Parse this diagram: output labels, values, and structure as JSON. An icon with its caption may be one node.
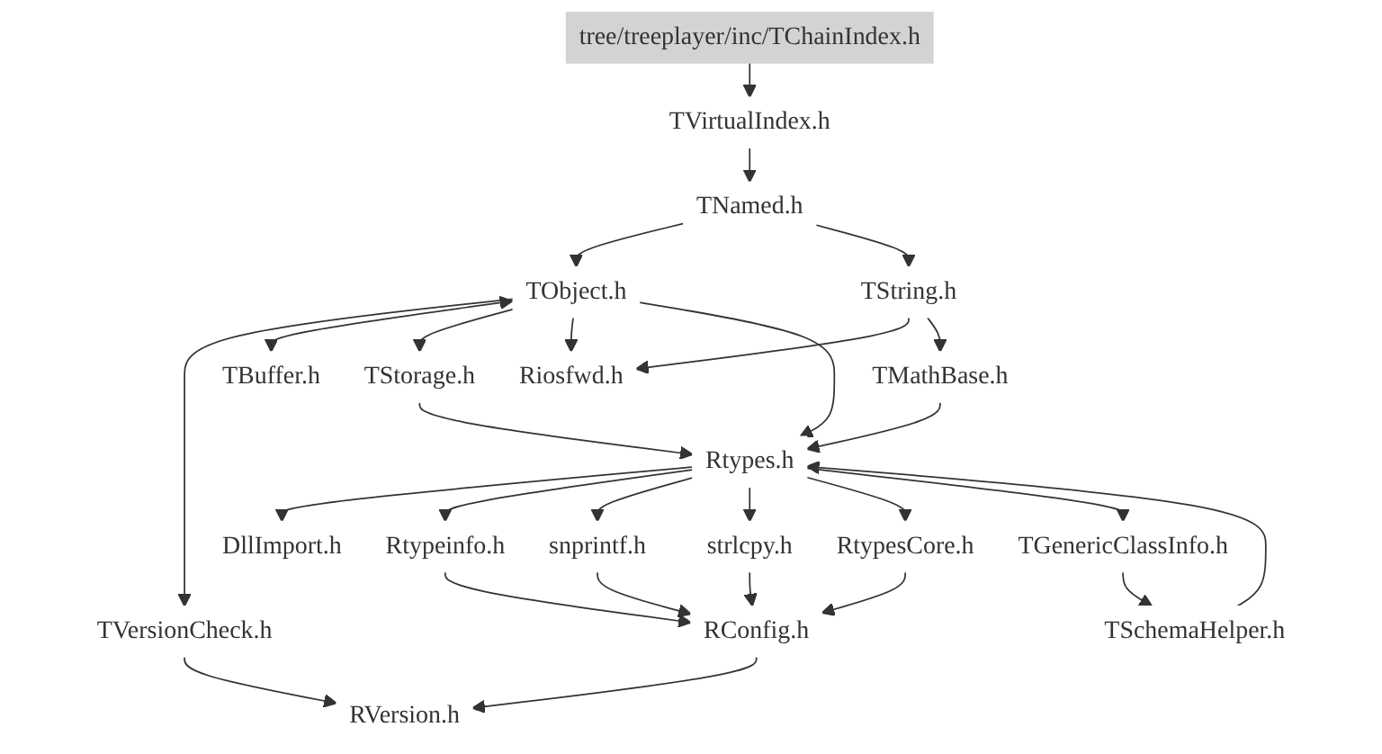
{
  "diagram": {
    "nodes": [
      {
        "text": [
          "tree/treeplayer/inc/TChainIndex.h"
        ]
      },
      {
        "text": [
          "TVirtualIndex.h"
        ]
      },
      {
        "text": [
          "TNamed.h"
        ]
      },
      {
        "text": [
          "TObject.h"
        ]
      },
      {
        "text": [
          "TString.h"
        ]
      },
      {
        "text": [
          "TBuffer.h"
        ]
      },
      {
        "text": [
          "TStorage.h"
        ]
      },
      {
        "text": [
          "Riosfwd.h"
        ]
      },
      {
        "text": [
          "TMathBase.h"
        ]
      },
      {
        "text": [
          "TVersionCheck.h"
        ]
      },
      {
        "text": [
          "Rtypes.h"
        ]
      },
      {
        "text": [
          "DllImport.h"
        ]
      },
      {
        "text": [
          "Rtypeinfo.h"
        ]
      },
      {
        "text": [
          "snprintf.h"
        ]
      },
      {
        "text": [
          "strlcpy.h"
        ]
      },
      {
        "text": [
          "RtypesCore.h"
        ]
      },
      {
        "text": [
          "TGenericClassInfo.h"
        ]
      },
      {
        "text": [
          "RConfig.h"
        ]
      },
      {
        "text": [
          "TSchemaHelper.h"
        ]
      },
      {
        "text": [
          "RVersion.h"
        ]
      }
    ],
    "edges": [
      {
        "from": 0,
        "to": 1,
        "arrow": "to"
      },
      {
        "from": 1,
        "to": 2,
        "arrow": "to"
      },
      {
        "from": 2,
        "to": 3,
        "arrow": "to"
      },
      {
        "from": 2,
        "to": 4,
        "arrow": "to"
      },
      {
        "from": 3,
        "to": 9,
        "arrow": "to"
      },
      {
        "from": 3,
        "to": 5,
        "arrow": "both"
      },
      {
        "from": 3,
        "to": 6,
        "arrow": "to"
      },
      {
        "from": 3,
        "to": 7,
        "arrow": "to"
      },
      {
        "from": 3,
        "to": 10,
        "arrow": "to"
      },
      {
        "from": 4,
        "to": 7,
        "arrow": "to"
      },
      {
        "from": 4,
        "to": 8,
        "arrow": "to"
      },
      {
        "from": 6,
        "to": 10,
        "arrow": "to"
      },
      {
        "from": 8,
        "to": 10,
        "arrow": "to"
      },
      {
        "from": 9,
        "to": 19,
        "arrow": "to"
      },
      {
        "from": 10,
        "to": 11,
        "arrow": "to"
      },
      {
        "from": 10,
        "to": 12,
        "arrow": "to"
      },
      {
        "from": 10,
        "to": 13,
        "arrow": "to"
      },
      {
        "from": 10,
        "to": 14,
        "arrow": "to"
      },
      {
        "from": 10,
        "to": 15,
        "arrow": "to"
      },
      {
        "from": 10,
        "to": 16,
        "arrow": "to"
      },
      {
        "from": 16,
        "to": 18,
        "arrow": "to"
      },
      {
        "from": 18,
        "to": 10,
        "arrow": "to"
      },
      {
        "from": 12,
        "to": 17,
        "arrow": "to"
      },
      {
        "from": 13,
        "to": 17,
        "arrow": "to"
      },
      {
        "from": 14,
        "to": 17,
        "arrow": "to"
      },
      {
        "from": 15,
        "to": 17,
        "arrow": "to"
      },
      {
        "from": 17,
        "to": 19,
        "arrow": "to"
      }
    ]
  }
}
